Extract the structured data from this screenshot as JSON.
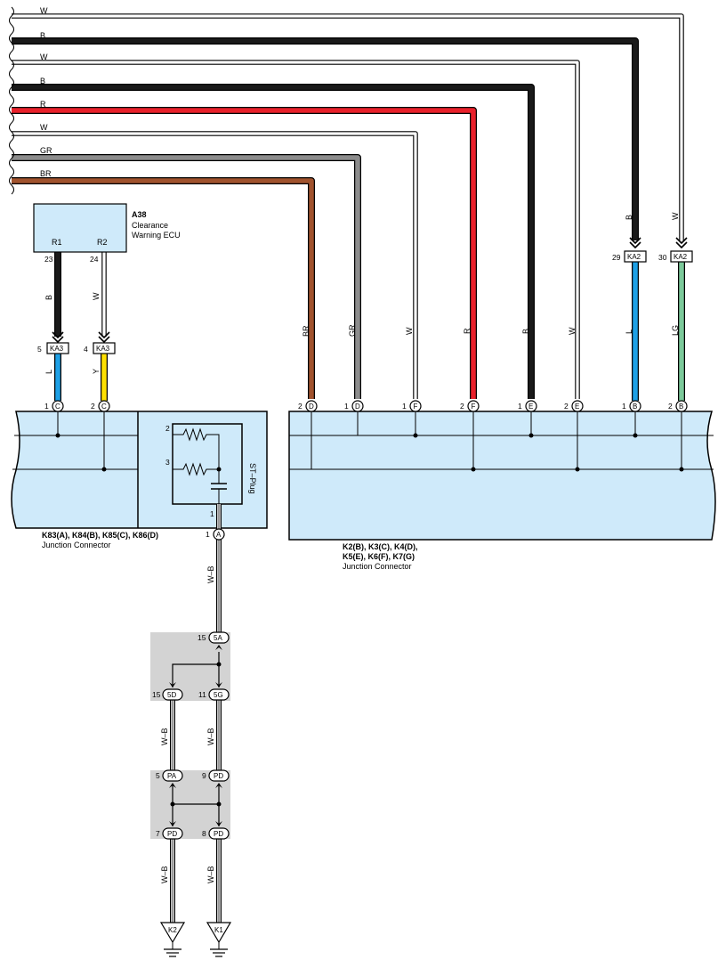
{
  "colors": {
    "W": "#ffffff",
    "B": "#1a1a1a",
    "R": "#e8202a",
    "GR": "#8c8c8c",
    "BR": "#a0522d",
    "L": "#1ea0e6",
    "Y": "#ffe000",
    "LG": "#7cc99a",
    "connector_fill": "#cfeafa",
    "junction_shade": "#d3d3d3"
  },
  "top_wires": [
    {
      "color": "W"
    },
    {
      "color": "B"
    },
    {
      "color": "W"
    },
    {
      "color": "B"
    },
    {
      "color": "R"
    },
    {
      "color": "W"
    },
    {
      "color": "GR"
    },
    {
      "color": "BR"
    }
  ],
  "ecu": {
    "code": "A38",
    "name_line1": "Clearance",
    "name_line2": "Warning ECU",
    "terminals": [
      {
        "name": "R1",
        "pin": "23",
        "wire": "B"
      },
      {
        "name": "R2",
        "pin": "24",
        "wire": "W"
      }
    ]
  },
  "ka3": {
    "label": "KA3",
    "pins": [
      {
        "pin": "5",
        "out_wire": "L"
      },
      {
        "pin": "4",
        "out_wire": "Y"
      }
    ]
  },
  "ka2": {
    "label": "KA2",
    "pins": [
      {
        "pin": "29",
        "in_wire": "B",
        "out_wire": "L"
      },
      {
        "pin": "30",
        "in_wire": "W",
        "out_wire": "LG"
      }
    ]
  },
  "right_wire_labels": [
    "BR",
    "GR",
    "W",
    "R",
    "B",
    "W"
  ],
  "right_pins": [
    {
      "pin": "2",
      "letter": "D"
    },
    {
      "pin": "1",
      "letter": "D"
    },
    {
      "pin": "1",
      "letter": "F"
    },
    {
      "pin": "2",
      "letter": "F"
    },
    {
      "pin": "1",
      "letter": "E"
    },
    {
      "pin": "2",
      "letter": "E"
    },
    {
      "pin": "1",
      "letter": "B"
    },
    {
      "pin": "2",
      "letter": "B"
    }
  ],
  "left_pins": [
    {
      "pin": "1",
      "letter": "C"
    },
    {
      "pin": "2",
      "letter": "C"
    }
  ],
  "st_plug": {
    "label": "ST–Plug",
    "pins": [
      "2",
      "3",
      "1"
    ]
  },
  "left_connector": {
    "title": "K83(A), K84(B), K85(C), K86(D)",
    "subtitle": "Junction Connector",
    "out_pin": "1",
    "out_letter": "A"
  },
  "right_connector": {
    "title_line1": "K2(B), K3(C), K4(D),",
    "title_line2": "K5(E), K6(F), K7(G)",
    "subtitle": "Junction Connector"
  },
  "wb_label": "W–B",
  "j1": [
    {
      "pin": "15",
      "label": "5A"
    },
    {
      "pin": "15",
      "label": "5D"
    },
    {
      "pin": "11",
      "label": "5G"
    }
  ],
  "j2": [
    {
      "pin": "5",
      "label": "PA"
    },
    {
      "pin": "9",
      "label": "PD"
    },
    {
      "pin": "7",
      "label": "PD"
    },
    {
      "pin": "8",
      "label": "PD"
    }
  ],
  "grounds": [
    "K2",
    "K1"
  ]
}
